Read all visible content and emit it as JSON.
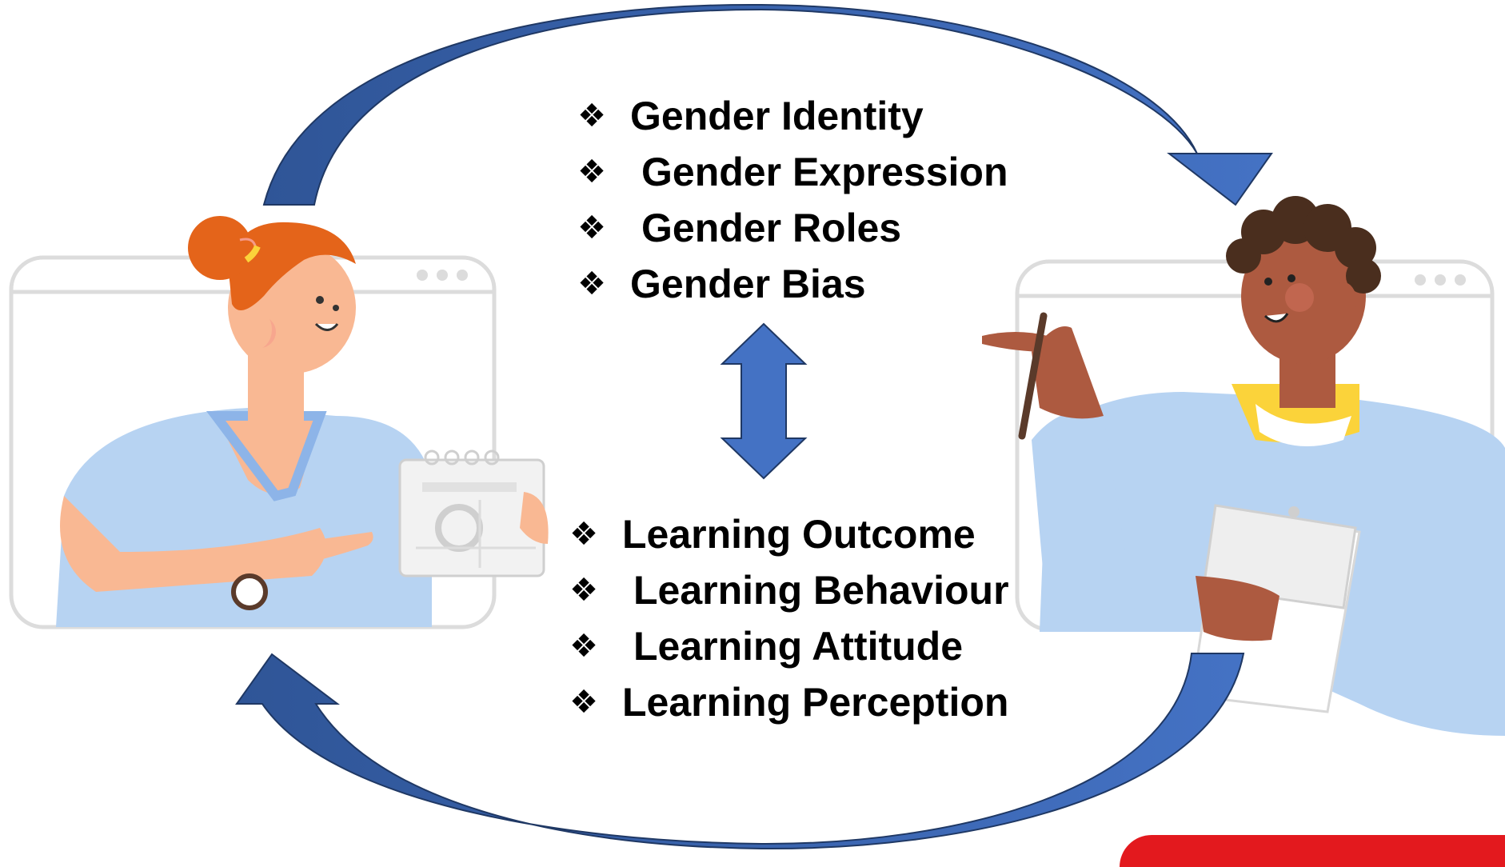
{
  "gender_factors": {
    "bullet_glyph": "❖",
    "items": [
      {
        "label": "Gender Identity"
      },
      {
        "label": "Gender Expression"
      },
      {
        "label": "Gender Roles"
      },
      {
        "label": "Gender Bias"
      }
    ]
  },
  "learning_factors": {
    "bullet_glyph": "❖",
    "items": [
      {
        "label": "Learning Outcome"
      },
      {
        "label": "Learning Behaviour"
      },
      {
        "label": "Learning Attitude"
      },
      {
        "label": "Learning Perception"
      }
    ]
  },
  "colors": {
    "arrow_fill": "#4472c4",
    "arrow_dark": "#2f5597",
    "shirt": "#b7d3f2",
    "accent_red": "#e3191e"
  },
  "icons": [
    "cycle-arrow-top-icon",
    "cycle-arrow-bottom-icon",
    "double-headed-arrow-icon",
    "diamond-bullet-icon"
  ]
}
